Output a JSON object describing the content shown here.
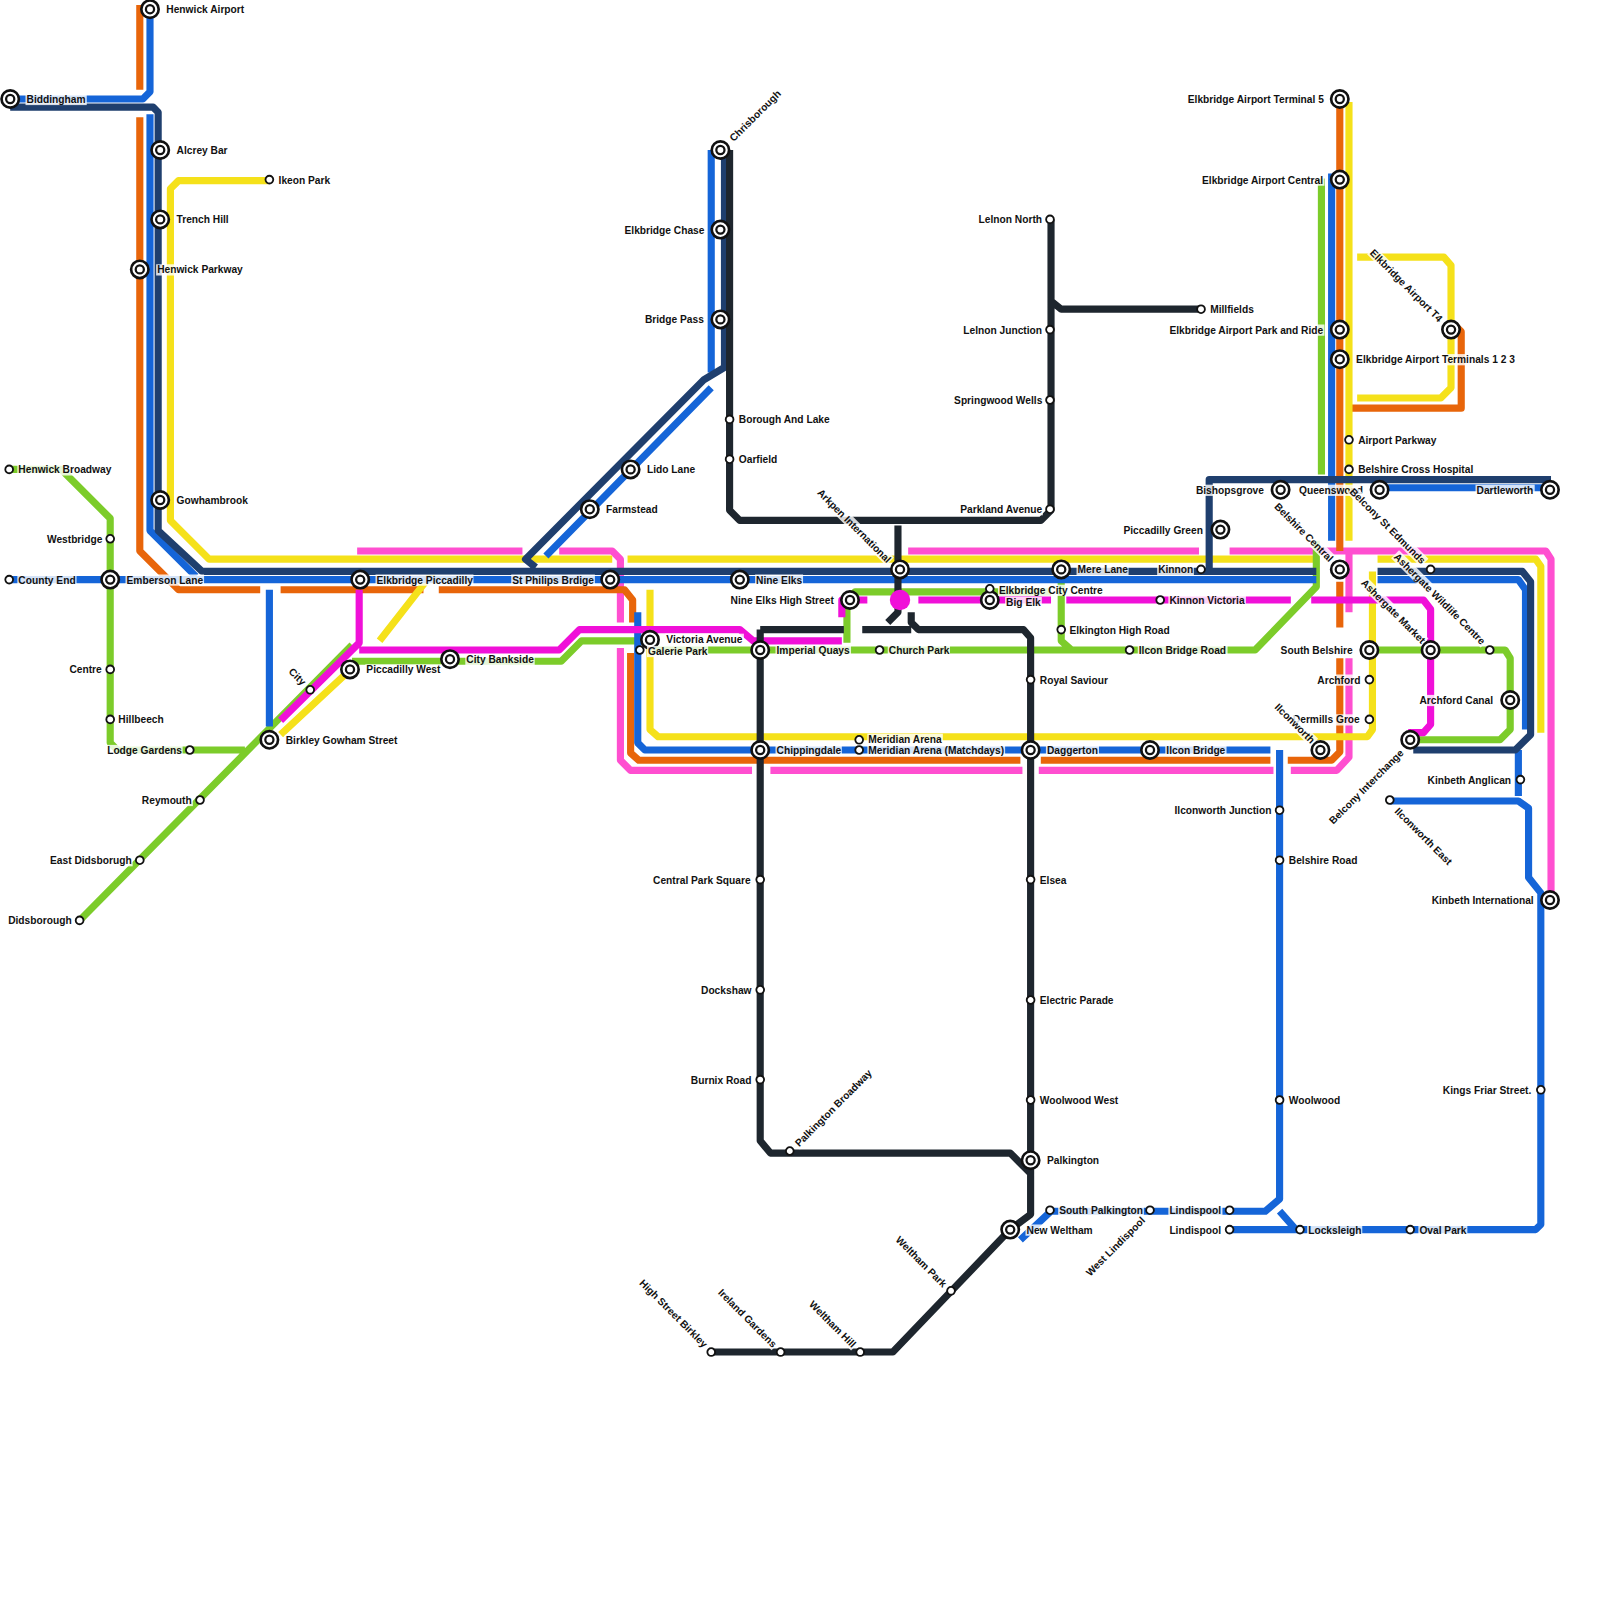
{
  "diagram": {
    "labels": [
      "Henwick Airport",
      "Biddingham",
      "Alcrey Bar",
      "Ikeon Park",
      "Trench Hill",
      "Henwick Parkway",
      "Henwick Broadway",
      "Gowhambrook",
      "Westbridge",
      "County End",
      "Emberson Lane",
      "Elkbridge Piccadilly",
      "St Philips Brdige",
      "Centre",
      "City",
      "Piccadilly West",
      "City Bankside",
      "Hillbeech",
      "Lodge Gardens",
      "Birkley Gowham Street",
      "Reymouth",
      "East Didsborugh",
      "Didsborough",
      "Chrisborough",
      "Elkbridge Chase",
      "Bridge Pass",
      "Borough And Lake",
      "Oarfield",
      "Lido Lane",
      "Farmstead",
      "Arkpen International",
      "Nine Elks",
      "Nine Elks High Street",
      "Big Elk",
      "Elkbridge City Centre",
      "Victoria Avenue",
      "Galerie Park",
      "Imperial Quays",
      "Church Park",
      "Chippingdale",
      "Meridian Arena",
      "Meridian Arena (Matchdays)",
      "Lelnon North",
      "Millfields",
      "Lelnon Junction",
      "Springwood Wells",
      "Parkland Avenue",
      "Mere Lane",
      "Elkington High Road",
      "Royal Saviour",
      "Daggerton",
      "Ilcon Bridge Road",
      "Ilcon Bridge",
      "Kinnon Victoria",
      "Kinnon",
      "Piccadilly Green",
      "Bishopsgrove",
      "Queenswood",
      "Dartleworth",
      "Elkbridge Airport Terminal 5",
      "Elkbridge Airport Central",
      "Elkbridge Airport Park and Ride",
      "Elkbridge Airport Terminals 1 2 3",
      "Elkbridge Airport T4",
      "Airport Parkway",
      "Belshire Cross Hospital",
      "Belshire Central",
      "Belcony St Edmunds",
      "Ashergate Wildlife Centre",
      "Ashergate Market",
      "South Belshire",
      "Archford",
      "Archford Canal",
      "Dermills Groe",
      "Ilconworth",
      "Belcony Interchange",
      "Kinbeth Anglican",
      "Ilconworth East",
      "Ilconworth Junction",
      "Belshire Road",
      "Kinbeth International",
      "Central Park Square",
      "Elsea",
      "Electric Parade",
      "Dockshaw",
      "Burnix Road",
      "Palkington Broadway",
      "Woolwood West",
      "Woolwood",
      "Kings Friar Street.",
      "Palkington",
      "South Palkington",
      "Lindispool",
      "New Weltham",
      "West Lindispool",
      "Lindispool",
      "Locksleigh",
      "Oval Park",
      "Weltham Park",
      "High Street Birkley",
      "Ireland Gardens",
      "Weltham Hill"
    ]
  }
}
